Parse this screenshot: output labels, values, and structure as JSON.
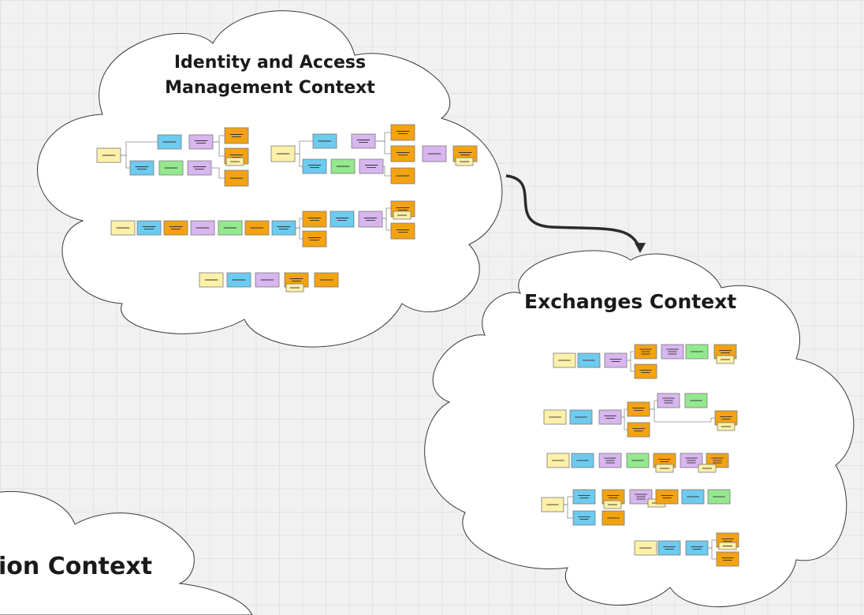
{
  "palette": {
    "yellow": "#fdf0a8",
    "blue": "#6ccbee",
    "purple": "#d8b6ef",
    "green": "#94e88e",
    "orange": "#f3a312",
    "cloud_fill": "#ffffff",
    "cloud_stroke": "#3a3a3a",
    "connector": "#2b2b2b"
  },
  "contexts": [
    {
      "id": "iam",
      "title_lines": [
        "Identity and Access",
        "Management Context"
      ]
    },
    {
      "id": "exchanges",
      "title_lines": [
        "Exchanges Context"
      ]
    },
    {
      "id": "partial",
      "title_lines": [
        "ion Context"
      ]
    }
  ],
  "connector": {
    "from": "iam",
    "to": "exchanges",
    "arrowhead": "arrow"
  }
}
